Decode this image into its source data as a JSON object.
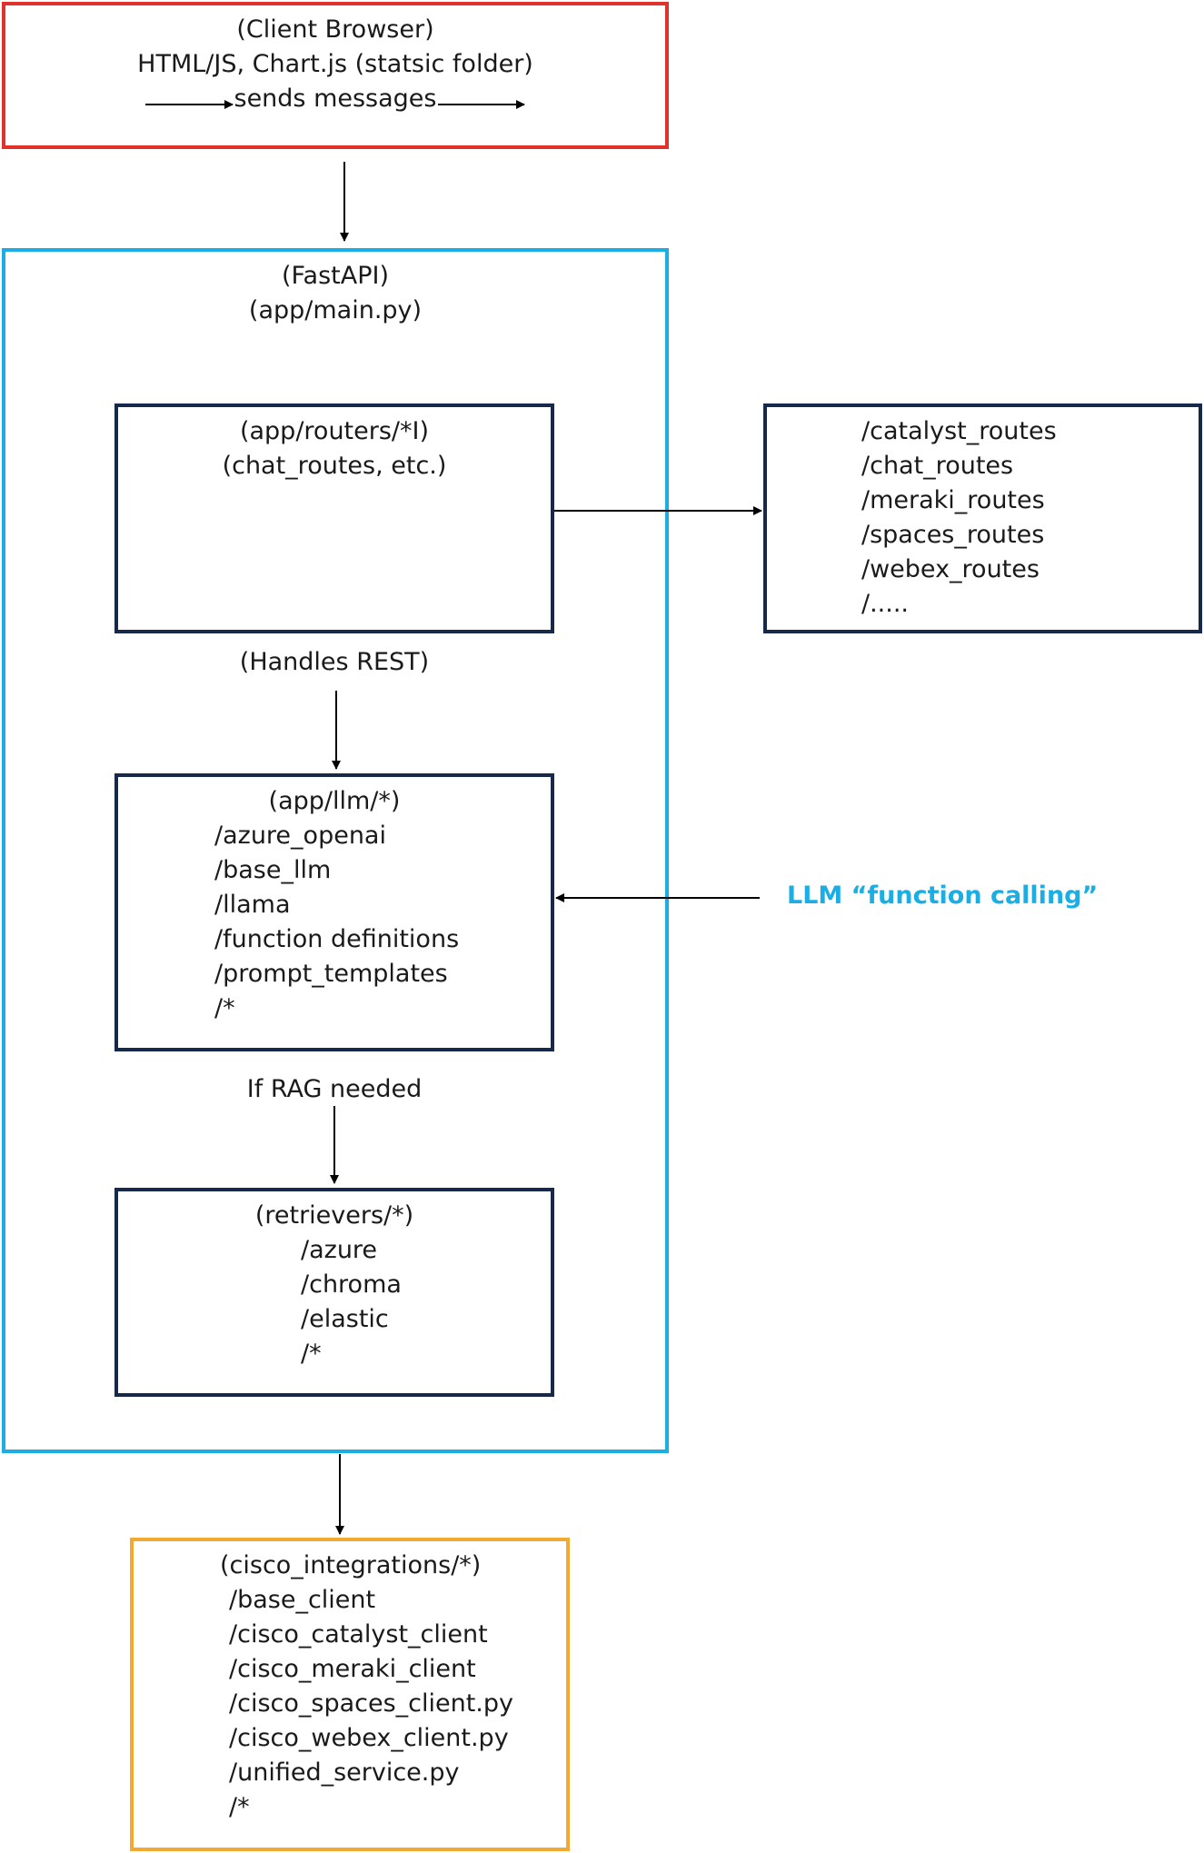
{
  "client_browser": {
    "title": "(Client Browser)",
    "subtitle": "HTML/JS, Chart.js (statsic folder)",
    "action": "sends messages"
  },
  "fastapi": {
    "title": "(FastAPI)",
    "subtitle": "(app/main.py)"
  },
  "routers": {
    "title": "(app/routers/*I)",
    "subtitle": "(chat_routes, etc.)"
  },
  "routes_list": {
    "items": [
      "/catalyst_routes",
      "/chat_routes",
      "/meraki_routes",
      "/spaces_routes",
      "/webex_routes",
      "/....."
    ]
  },
  "handles_rest": "(Handles REST)",
  "llm": {
    "title": "(app/llm/*)",
    "items": [
      "/azure_openai",
      "/base_llm",
      "/llama",
      "/function definitions",
      "/prompt_templates",
      "/*"
    ]
  },
  "function_calling": "LLM “function calling”",
  "rag_needed": "If RAG needed",
  "retrievers": {
    "title": "(retrievers/*)",
    "items": [
      "/azure",
      "/chroma",
      "/elastic",
      "/*"
    ]
  },
  "cisco": {
    "title": "(cisco_integrations/*)",
    "items": [
      "/base_client",
      "/cisco_catalyst_client",
      "/cisco_meraki_client",
      "/cisco_spaces_client.py",
      "/cisco_webex_client.py",
      "/unified_service.py",
      "/*"
    ]
  },
  "colors": {
    "client": "#e0322b",
    "fastapi": "#1aaee5",
    "module": "#17294a",
    "cisco": "#f2a934",
    "callout": "#1aaee5"
  }
}
